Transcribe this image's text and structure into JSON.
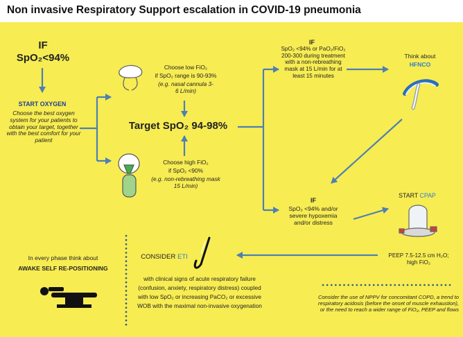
{
  "title": "Non invasive Respiratory Support escalation in COVID-19 pneumonia",
  "colors": {
    "panel": "#f7ec52",
    "arrow": "#4d7fb3",
    "blue_text": "#1f3d8f",
    "highlight": "#2f7fc8"
  },
  "start": {
    "if": "IF",
    "condition": "SpO₂<94%",
    "action": "START OXYGEN",
    "description": "Choose the best oxygen system for your patients to obtain your target, together with the best comfort for your patient"
  },
  "low_fio2": {
    "line1": "Choose low FiO₂",
    "line2": "if SpO₂ range is 90-93%",
    "example": "(e.g. nasal cannula 3-6 L/min)"
  },
  "target": "Target SpO₂ 94-98%",
  "high_fio2": {
    "line1": "Choose high FiO₂",
    "line2": "if SpO₂ <90%",
    "example": "(e.g. non-rebreathing mask 15 L/min)"
  },
  "hfnco_condition": {
    "if": "IF",
    "text": "SpO₂ <94% or PaO₂/FiO₂ 200-300 during treatment with a non-rebreathing mask at 15 L/min for at least 15 minutes"
  },
  "hfnco": {
    "prefix": "Think about",
    "label": "HFNCO"
  },
  "cpap_condition": {
    "if": "IF",
    "text": "SpO₂ <94% and/or severe hypoxemia and/or distress"
  },
  "cpap": {
    "prefix": "START",
    "label": "CPAP",
    "peep": "PEEP 7.5-12.5 cm H₂O; high FiO₂"
  },
  "eti": {
    "prefix": "CONSIDER",
    "label": "ETI",
    "description": "with clinical signs of acute respiratory failure (confusion, anxiety, respiratory distress) coupled with low SpO₂ or increasing PaCO₂ or excessive WOB with the maximal non-invasive oxygenation"
  },
  "repositioning": {
    "line1": "In every phase think about",
    "line2": "AWAKE SELF RE-POSITIONING"
  },
  "footnote": "Consider the use of NPPV for concomitant COPD, a trend to respiratory acidosis (before the onset of muscle exhaustion), or the need to reach a wider range of FiO₂, PEEP and flows",
  "icons": [
    "nasal-cannula-icon",
    "non-rebreathing-mask-icon",
    "hfnco-cannula-icon",
    "cpap-helmet-icon",
    "laryngoscope-icon",
    "prone-position-icon"
  ]
}
